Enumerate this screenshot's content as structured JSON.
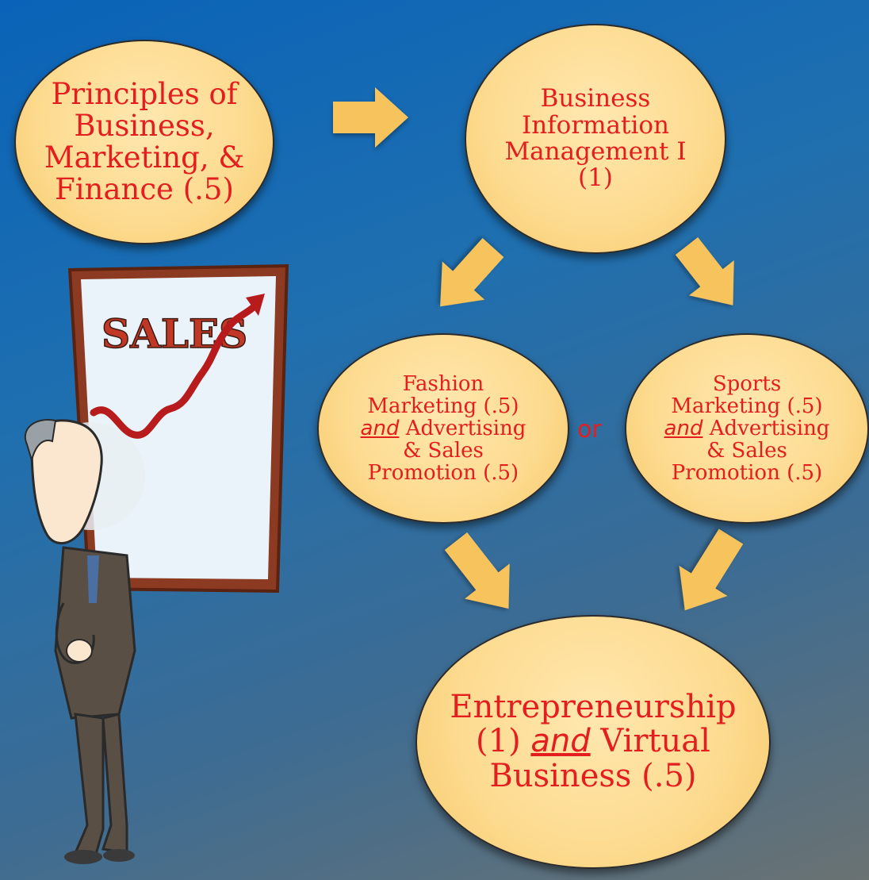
{
  "nodes": {
    "principles": [
      "Principles of",
      "Business,",
      "Marketing, &",
      "Finance (.5)"
    ],
    "bim": [
      "Business",
      "Information",
      "Management I",
      "(1)"
    ],
    "fashion": {
      "l1": "Fashion",
      "l2": "Marketing (.5)",
      "and": "and",
      "l3": "Advertising",
      "l4": "& Sales",
      "l5": "Promotion (.5)"
    },
    "sports": {
      "l1": "Sports",
      "l2": "Marketing (.5)",
      "and": "and",
      "l3": "Advertising",
      "l4": "& Sales",
      "l5": "Promotion (.5)"
    },
    "entre": {
      "l1": "Entrepreneurship",
      "l2a": "(1) ",
      "and": "and",
      "l2b": "Virtual",
      "l3": "Business (.5)"
    }
  },
  "or_label": "or",
  "sign_text": "SALES",
  "colors": {
    "node_fill": "#fddc92",
    "text": "#e41e1e",
    "arrow": "#f7c35c"
  }
}
